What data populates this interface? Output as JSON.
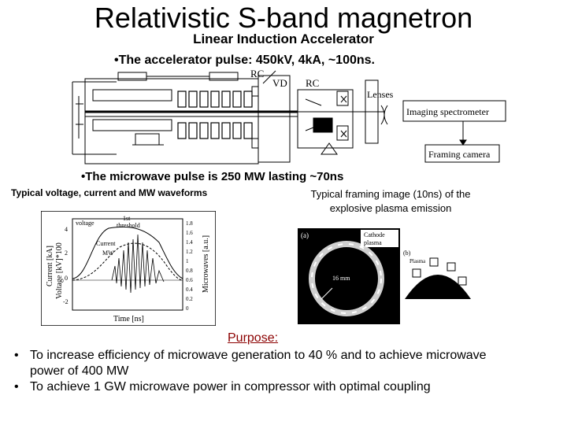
{
  "title": "Relativistic S-band magnetron",
  "subtitle": "Linear Induction Accelerator",
  "bullets": {
    "accelerator_pulse": "•The accelerator pulse:  450kV, 4kA, ~100ns.",
    "microwave_pulse": "•The microwave pulse is 250 MW lasting ~70ns"
  },
  "schematic": {
    "labels": {
      "rc_top": "RC",
      "vd": "VD",
      "rc_mid": "RC",
      "lenses": "Lenses",
      "imaging_spectrometer": "Imaging spectrometer",
      "framing_camera": "Framing camera"
    }
  },
  "waveforms": {
    "caption": "Typical voltage, current and MW waveforms",
    "legend": {
      "voltage": "voltage",
      "threshold_1": "1st",
      "threshold_2": "threshold",
      "current": "Current",
      "mw": "MW"
    },
    "ylabel_left_1": "Current [kA]",
    "ylabel_left_2": "Voltage [kV]*100",
    "ylabel_right": "Microwaves [a.u.]",
    "xlabel": "Time [ns]",
    "left_ticks": [
      "4",
      "2",
      "0",
      "-2"
    ],
    "right_ticks": [
      "1.8",
      "1.6",
      "1.4",
      "1.2",
      "1",
      "0.8",
      "0.6",
      "0.4",
      "0.2",
      "0"
    ]
  },
  "framing": {
    "caption": "Typical framing image (10ns) of the explosive plasma emission",
    "labels": {
      "a": "(a)",
      "b": "(b)",
      "cathode": "Cathode",
      "plasma": "plasma",
      "plasma_b": "Plasma",
      "dia": "16 mm"
    }
  },
  "purpose": {
    "heading": "Purpose:",
    "items": [
      "To increase efficiency of microwave generation to 40 % and to achieve microwave  power of 400 MW",
      "To achieve 1 GW microwave power in compressor with optimal coupling"
    ]
  }
}
